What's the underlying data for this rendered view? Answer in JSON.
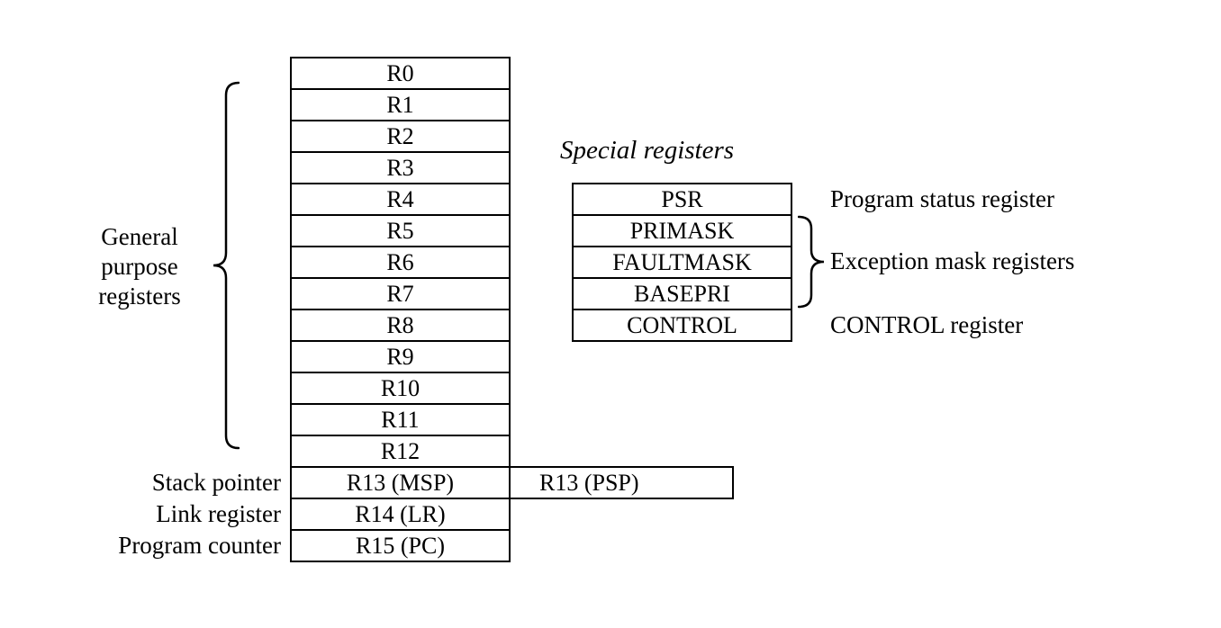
{
  "colors": {
    "border": "#000000",
    "background": "#ffffff",
    "text": "#000000"
  },
  "main_stack": {
    "general": [
      "R0",
      "R1",
      "R2",
      "R3",
      "R4",
      "R5",
      "R6",
      "R7",
      "R8",
      "R9",
      "R10",
      "R11",
      "R12"
    ],
    "r13_msp": "R13 (MSP)",
    "r14_lr": "R14 (LR)",
    "r15_pc": "R15 (PC)"
  },
  "banked": {
    "r13_psp": "R13 (PSP)"
  },
  "labels": {
    "general_line1": "General",
    "general_line2": "purpose",
    "general_line3": "registers",
    "stack_pointer": "Stack pointer",
    "link_register": "Link register",
    "program_counter": "Program counter"
  },
  "special": {
    "title": "Special registers",
    "registers": [
      "PSR",
      "PRIMASK",
      "FAULTMASK",
      "BASEPRI",
      "CONTROL"
    ],
    "psr_label": "Program status register",
    "mask_label": "Exception mask registers",
    "control_label": "CONTROL register"
  }
}
